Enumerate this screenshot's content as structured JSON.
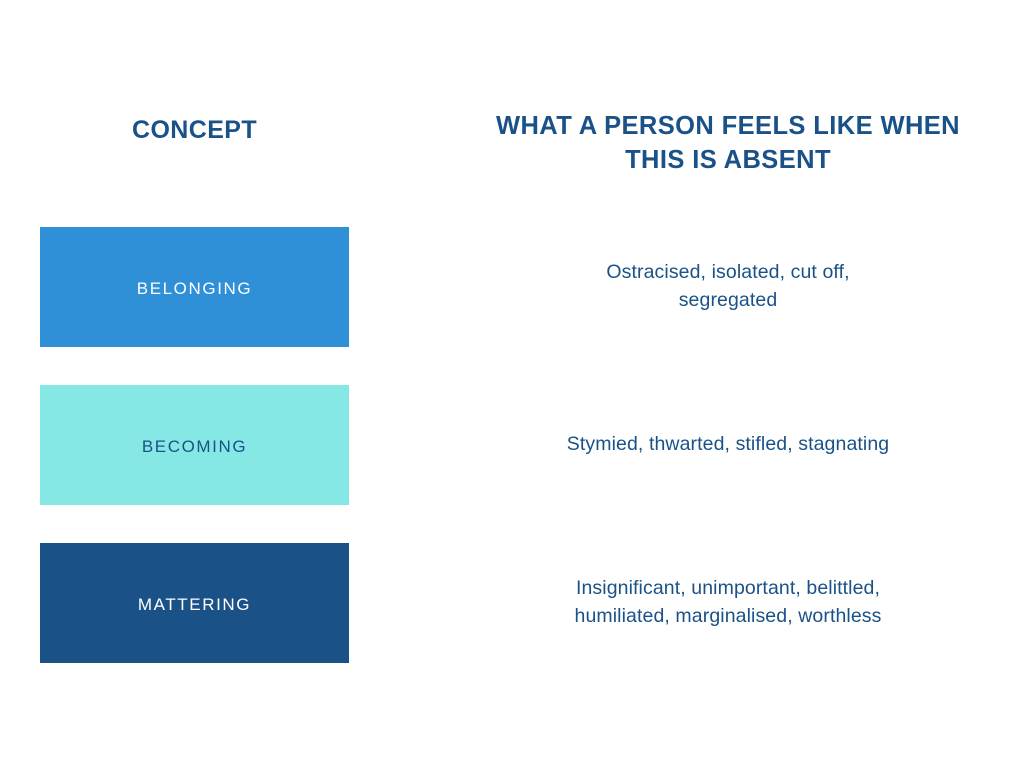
{
  "headers": {
    "concept": "CONCEPT",
    "absent": "WHAT A PERSON FEELS LIKE WHEN THIS IS ABSENT"
  },
  "colors": {
    "navy": "#1a5288",
    "blue": "#2f90d8",
    "aqua": "#86e8e5",
    "background": "#ffffff",
    "white_text": "#ffffff"
  },
  "rows": [
    {
      "concept": "BELONGING",
      "box_color": "#2f90d8",
      "label_color": "#ffffff",
      "feeling": "Ostracised, isolated, cut off, segregated"
    },
    {
      "concept": "BECOMING",
      "box_color": "#86e8e5",
      "label_color": "#1a5288",
      "feeling": "Stymied, thwarted, stifled, stagnating"
    },
    {
      "concept": "MATTERING",
      "box_color": "#1a5288",
      "label_color": "#ffffff",
      "feeling": "Insignificant, unimportant, belittled, humiliated, marginalised, worthless"
    }
  ]
}
